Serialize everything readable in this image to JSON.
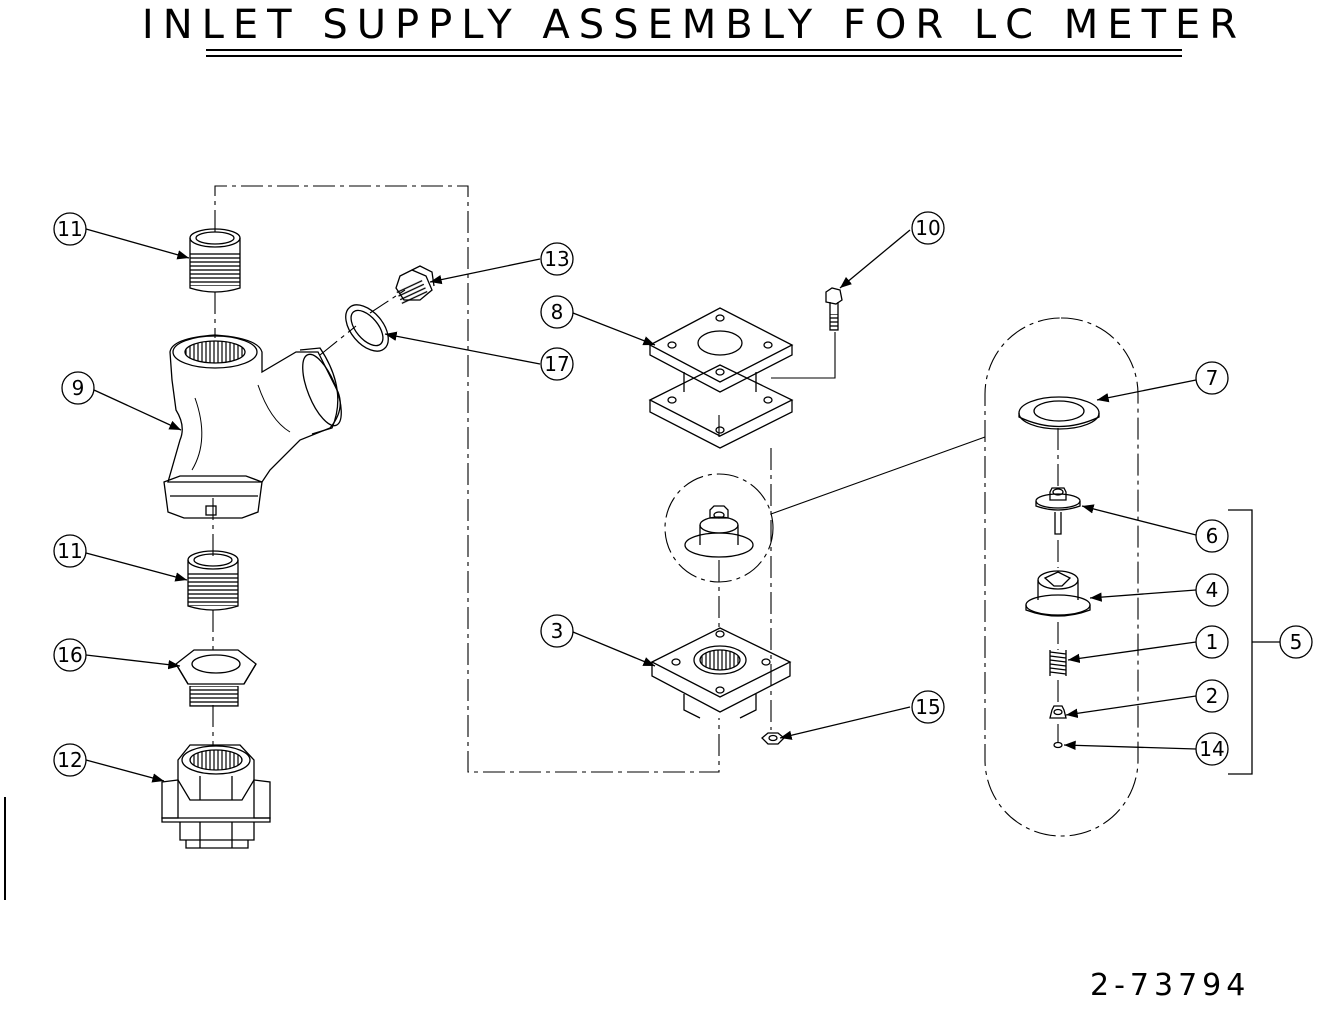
{
  "title": "INLET SUPPLY ASSEMBLY FOR LC METER",
  "drawing_number": "2-73794",
  "callouts": [
    {
      "id": "c11a",
      "label": "11"
    },
    {
      "id": "c13",
      "label": "13"
    },
    {
      "id": "c17",
      "label": "17"
    },
    {
      "id": "c9",
      "label": "9"
    },
    {
      "id": "c11b",
      "label": "11"
    },
    {
      "id": "c16",
      "label": "16"
    },
    {
      "id": "c12",
      "label": "12"
    },
    {
      "id": "c8",
      "label": "8"
    },
    {
      "id": "c10",
      "label": "10"
    },
    {
      "id": "c3",
      "label": "3"
    },
    {
      "id": "c15",
      "label": "15"
    },
    {
      "id": "c7",
      "label": "7"
    },
    {
      "id": "c6",
      "label": "6"
    },
    {
      "id": "c4",
      "label": "4"
    },
    {
      "id": "c1",
      "label": "1"
    },
    {
      "id": "c2",
      "label": "2"
    },
    {
      "id": "c14",
      "label": "14"
    },
    {
      "id": "c5",
      "label": "5"
    }
  ],
  "colors": {
    "ink": "#000000",
    "paper": "#ffffff"
  }
}
